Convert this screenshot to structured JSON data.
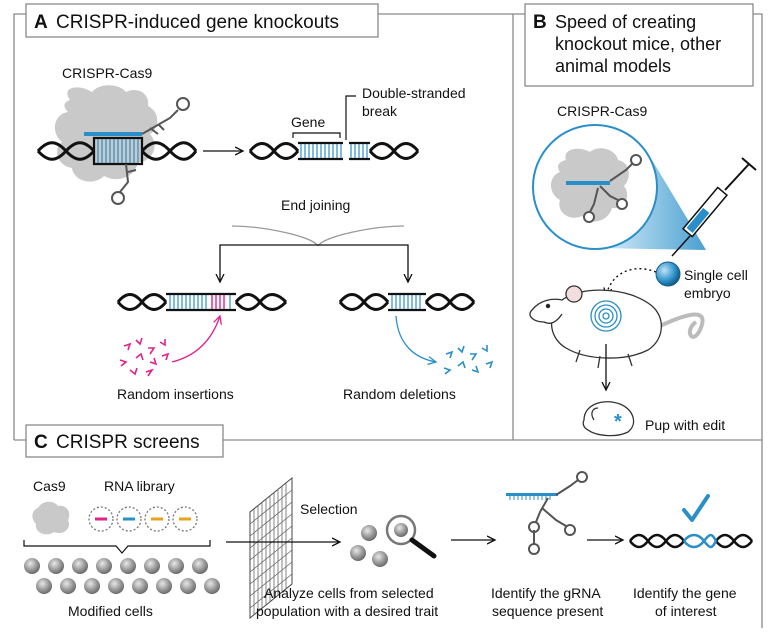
{
  "panel_a": {
    "letter": "A",
    "title": "CRISPR-induced gene knockouts",
    "cas9_label": "CRISPR-Cas9",
    "gene_label": "Gene",
    "break_label_1": "Double-stranded",
    "break_label_2": "break",
    "end_joining": "End joining",
    "insertions_label": "Random insertions",
    "deletions_label": "Random deletions"
  },
  "panel_b": {
    "letter": "B",
    "title_line1": "Speed of creating",
    "title_line2": "knockout mice, other",
    "title_line3": "animal models",
    "cas9_label": "CRISPR-Cas9",
    "cell_label_1": "Single cell",
    "cell_label_2": "embryo",
    "pup_label": "Pup with edit"
  },
  "panel_c": {
    "letter": "C",
    "title": "CRISPR screens",
    "cas9_label": "Cas9",
    "rna_label": "RNA library",
    "modified_label": "Modified cells",
    "selection_label": "Selection",
    "analyze_1": "Analyze cells from selected",
    "analyze_2": "population with a desired trait",
    "identify_grna_1": "Identify the gRNA",
    "identify_grna_2": "sequence present",
    "identify_gene_1": "Identify the gene",
    "identify_gene_2": "of interest"
  },
  "colors": {
    "cas9_blue": "#2a8fc9",
    "insertion_magenta": "#e0238a",
    "frame_gray": "#8a8a8a",
    "protein_gray": "#c9c9c9"
  }
}
